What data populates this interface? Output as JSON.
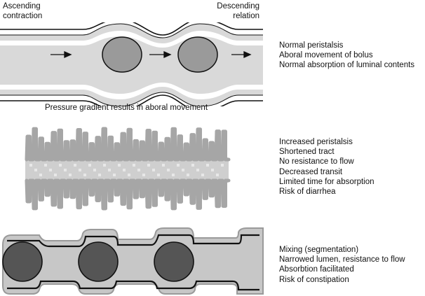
{
  "top_panel": {
    "ascending_label": [
      "Ascending",
      "contraction"
    ],
    "descending_label": [
      "Descending",
      "relation"
    ],
    "caption": "Pressure gradient results in aboral movement",
    "notes": [
      "Normal peristalsis",
      "Aboral movement of bolus",
      "Normal absorption of luminal contents"
    ]
  },
  "middle_panel": {
    "notes": [
      "Increased peristalsis",
      "Shortened tract",
      "No resistance to flow",
      "Decreased transit",
      "Limited time for absorption",
      "Risk of diarrhea"
    ]
  },
  "bottom_panel": {
    "notes": [
      "Mixing (segmentation)",
      "Narrowed lumen, resistance to flow",
      "Absorbtion facilitated",
      "Risk of constipation"
    ]
  },
  "colors": {
    "outline": "#111111",
    "wall_gray": "#b8b8b8",
    "lumen_gray": "#d9d9d9",
    "bolus_gray": "#9a9a9a",
    "bolus_dark": "#555555",
    "squiggle_gray": "#a6a6a6"
  }
}
